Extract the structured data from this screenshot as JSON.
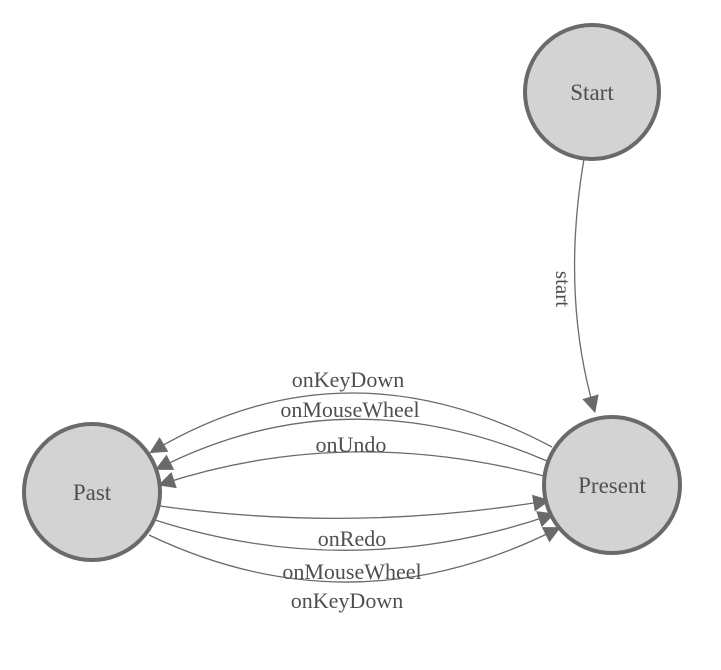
{
  "diagram": {
    "type": "state-machine",
    "nodes": [
      {
        "id": "start",
        "label": "Start"
      },
      {
        "id": "present",
        "label": "Present"
      },
      {
        "id": "past",
        "label": "Past"
      }
    ],
    "edges": [
      {
        "from": "start",
        "to": "present",
        "label": "start"
      },
      {
        "from": "present",
        "to": "past",
        "label": "onKeyDown"
      },
      {
        "from": "present",
        "to": "past",
        "label": "onMouseWheel"
      },
      {
        "from": "present",
        "to": "past",
        "label": "onUndo"
      },
      {
        "from": "past",
        "to": "present",
        "label": "onRedo"
      },
      {
        "from": "past",
        "to": "present",
        "label": "onMouseWheel"
      },
      {
        "from": "past",
        "to": "present",
        "label": "onKeyDown"
      }
    ],
    "colors": {
      "node_fill": "#d3d3d3",
      "node_stroke": "#6a6a6a",
      "edge_stroke": "#6a6a6a",
      "arrow_fill": "#6a6a6a",
      "label_text": "#4f4f4f",
      "background": "#ffffff"
    }
  }
}
